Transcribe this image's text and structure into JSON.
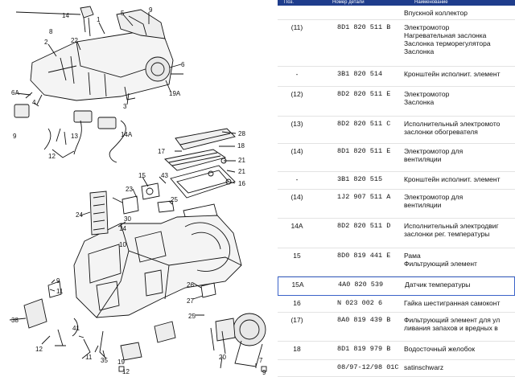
{
  "header": {
    "pos_col": "Поз.",
    "part_col": "Номер детали",
    "name_col": "Наименование"
  },
  "rows": [
    {
      "pos": "",
      "part": "",
      "name": [
        "Впускной коллектор"
      ]
    },
    {
      "pos": "(11)",
      "part": "8D1 820 511 B",
      "name": [
        "Электромотор",
        "Нагревательная заслонка",
        "Заслонка терморегулятора",
        "Заслонка"
      ]
    },
    {
      "pos": "-",
      "part": "3B1 820 514",
      "name": [
        "Кронштейн исполнит. элемент"
      ]
    },
    {
      "pos": "(12)",
      "part": "8D2 820 511 E",
      "name": [
        "Электромотор",
        "Заслонка"
      ]
    },
    {
      "pos": "(13)",
      "part": "8D2 820 511 C",
      "name": [
        "Исполнительный электромото",
        "заслонки обогревателя"
      ]
    },
    {
      "pos": "(14)",
      "part": "8D1 820 511 E",
      "name": [
        "Электромотор для",
        "вентиляции"
      ]
    },
    {
      "pos": "-",
      "part": "3B1 820 515",
      "name": [
        "Кронштейн исполнит. элемент"
      ]
    },
    {
      "pos": "(14)",
      "part": "1J2 907 511 A",
      "name": [
        "Электромотор для",
        "вентиляции"
      ]
    },
    {
      "pos": "14A",
      "part": "8D2 820 511 D",
      "name": [
        "Исполнительный электродвиг",
        "заслонки рег. температуры"
      ]
    },
    {
      "pos": "15",
      "part": "8D0 819 441 E",
      "name": [
        "Рама",
        "Фильтрующий элемент"
      ]
    },
    {
      "pos": "15A",
      "part": "4A0 820 539",
      "name": [
        "Датчик температуры"
      ]
    },
    {
      "pos": "16",
      "part": "N    023 002 6",
      "name": [
        "Гайка шестигранная самоконт"
      ]
    },
    {
      "pos": "(17)",
      "part": "8A0 819 439 B",
      "name": [
        "Фильтрующий элемент для ул",
        "ливания запахов и вредных в"
      ]
    },
    {
      "pos": "18",
      "part": "8D1 819 979 B",
      "name": [
        "Водосточный желобок"
      ]
    },
    {
      "pos": "",
      "part": "08/97-12/98 01C",
      "name": [
        "satinschwarz"
      ]
    }
  ],
  "callouts": [
    "14",
    "9",
    "8",
    "2",
    "22",
    "1",
    "5",
    "6",
    "6A",
    "4",
    "3",
    "19A",
    "9",
    "13",
    "14A",
    "12",
    "28",
    "18",
    "17",
    "21",
    "21",
    "16",
    "15",
    "43",
    "25",
    "24",
    "23",
    "30",
    "14",
    "10",
    "9",
    "11",
    "38",
    "12",
    "41",
    "11",
    "35",
    "26",
    "27",
    "25",
    "20",
    "7",
    "19",
    "9",
    "12"
  ]
}
